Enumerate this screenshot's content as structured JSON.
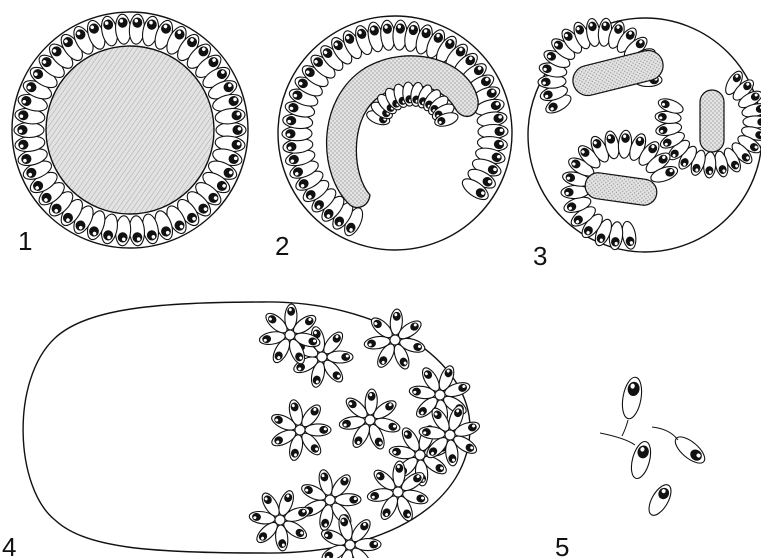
{
  "figure": {
    "colors": {
      "ink": "#111111",
      "paper": "#ffffff",
      "stipple": "#bdbdbd",
      "stipple_bg": "#dcdcdc"
    },
    "panels": [
      {
        "label": "1"
      },
      {
        "label": "2"
      },
      {
        "label": "3"
      },
      {
        "label": "4"
      },
      {
        "label": "5"
      }
    ]
  }
}
